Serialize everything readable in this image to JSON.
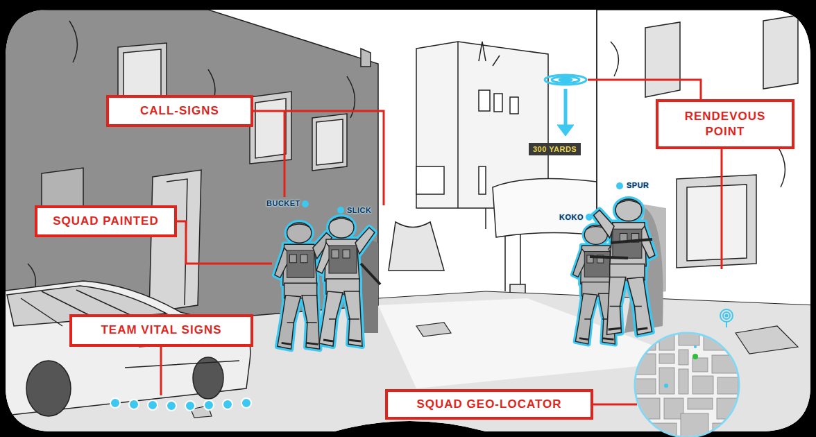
{
  "diagram": {
    "nodes": [
      {
        "text": [
          "CALL-SIGNS"
        ]
      },
      {
        "text": [
          "RENDEVOUS POINT"
        ]
      },
      {
        "text": [
          "SQUAD PAINTED"
        ]
      },
      {
        "text": [
          "TEAM VITAL SIGNS"
        ]
      },
      {
        "text": [
          "SQUAD GEO-LOCATOR"
        ]
      }
    ],
    "labels": [
      "300 YARDS",
      "SPUR",
      "BUCKET",
      "SLICK",
      "KOKO"
    ]
  }
}
